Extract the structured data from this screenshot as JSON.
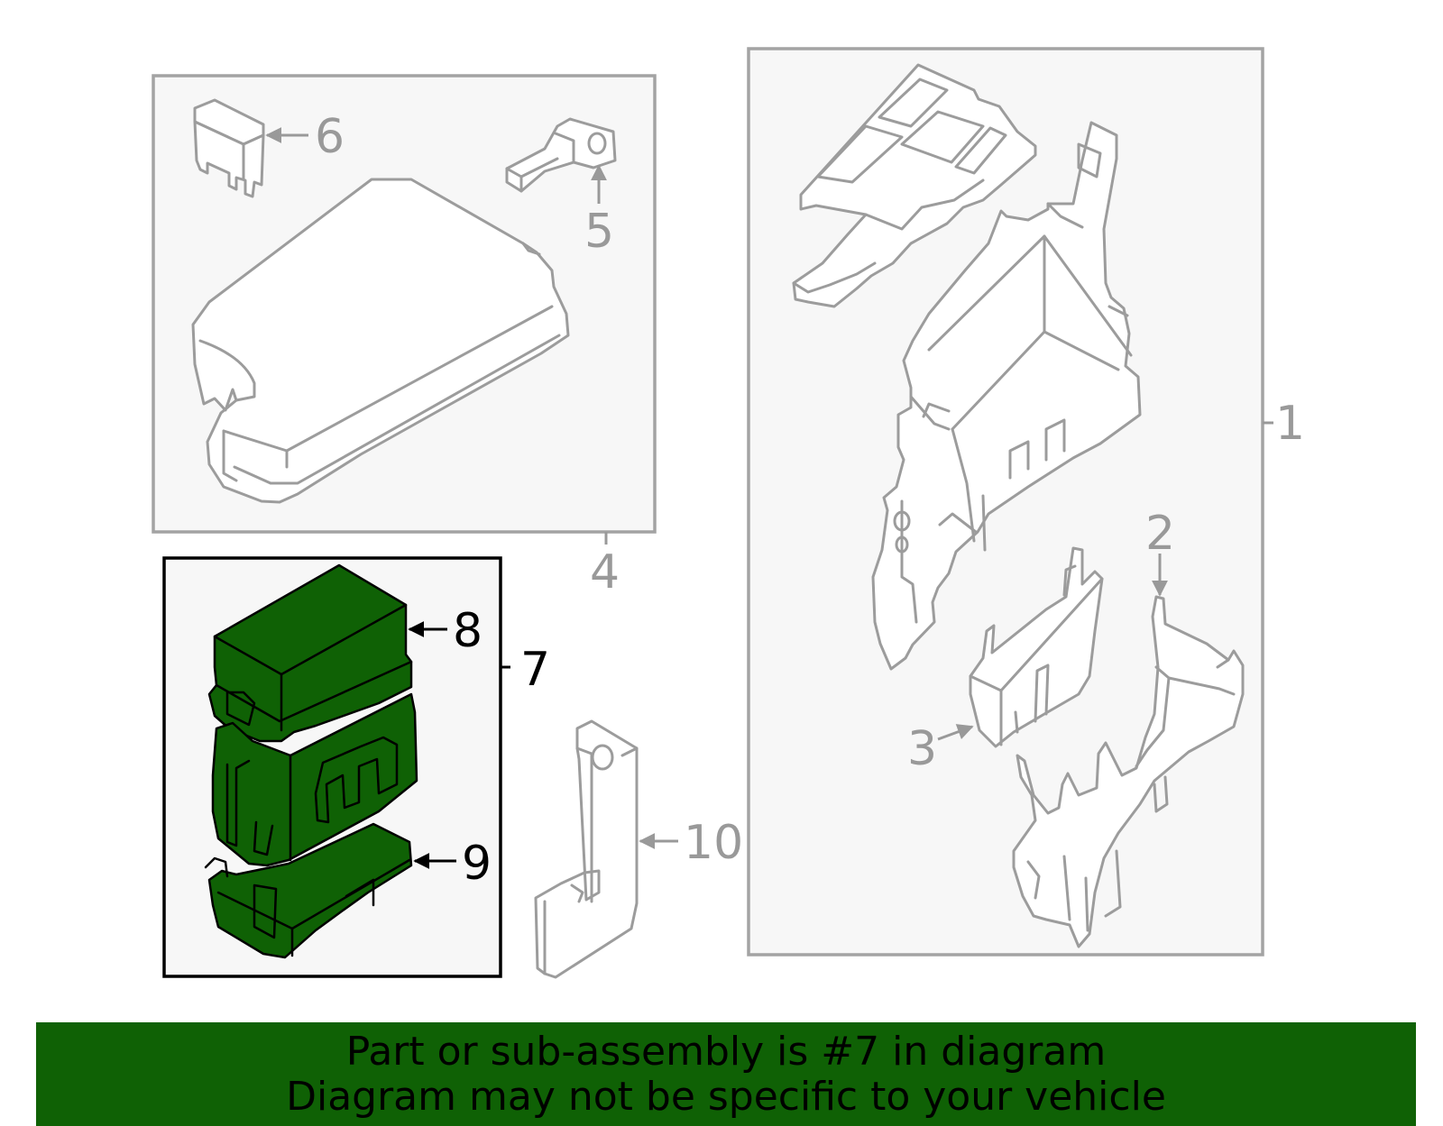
{
  "callouts": {
    "c1": "1",
    "c2": "2",
    "c3": "3",
    "c4": "4",
    "c5": "5",
    "c6": "6",
    "c7": "7",
    "c8": "8",
    "c9": "9",
    "c10": "10"
  },
  "highlight": {
    "part": "7",
    "color": "#0f6105"
  },
  "banner": {
    "line1": "Part or sub-assembly is #7 in diagram",
    "line2": "Diagram may not be specific to your vehicle",
    "background": "#0f6105"
  }
}
